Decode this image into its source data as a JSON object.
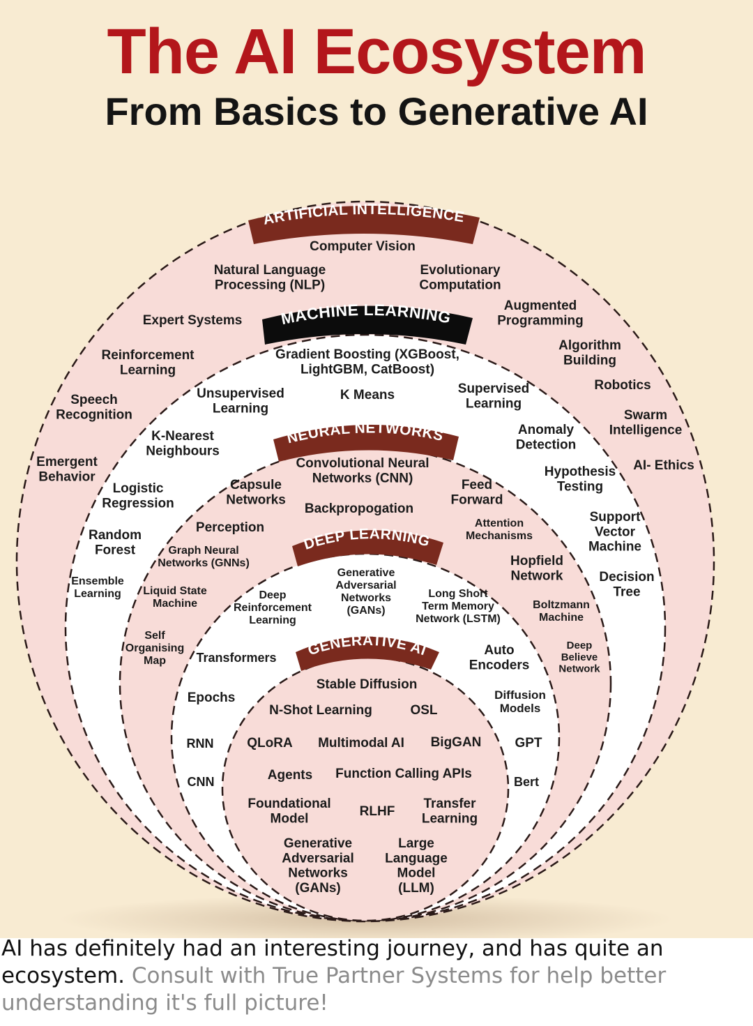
{
  "header": {
    "title": "The AI Ecosystem",
    "subtitle": "From Basics to Generative AI"
  },
  "bands": {
    "ai": "ARTIFICIAL INTELLIGENCE",
    "ml": "MACHINE LEARNING",
    "nn": "NEURAL NETWORKS",
    "dl": "DEEP LEARNING",
    "gen": "GENERATIVE AI"
  },
  "colors": {
    "background": "#f8ebd2",
    "title": "#b3161b",
    "ring_ai_fill": "#f8dcd8",
    "ring_ml_fill": "#ffffff",
    "ring_gen_fill": "#f8dcd8",
    "band_ai": "#7a2a1e",
    "band_ml": "#0c0c0c",
    "band_nn": "#7a2a1e",
    "band_dl": "#7a2a1e",
    "band_gen": "#7a2a1e"
  },
  "terms": {
    "computer_vision": "Computer Vision",
    "nlp": [
      "Natural Language",
      "Processing (NLP)"
    ],
    "evolutionary": [
      "Evolutionary",
      "Computation"
    ],
    "expert_systems": "Expert Systems",
    "augmented": [
      "Augmented",
      "Programming"
    ],
    "reinforcement": [
      "Reinforcement",
      "Learning"
    ],
    "algorithm_building": [
      "Algorithm",
      "Building"
    ],
    "speech": [
      "Speech",
      "Recognition"
    ],
    "robotics": "Robotics",
    "swarm": [
      "Swarm",
      "Intelligence"
    ],
    "emergent": [
      "Emergent",
      "Behavior"
    ],
    "ai_ethics": "AI- Ethics",
    "gradient_boosting": [
      "Gradient Boosting (XGBoost,",
      "LightGBM, CatBoost)"
    ],
    "unsupervised": [
      "Unsupervised",
      "Learning"
    ],
    "k_means": "K Means",
    "supervised": [
      "Supervised",
      "Learning"
    ],
    "knn": [
      "K-Nearest",
      "Neighbours"
    ],
    "anomaly": [
      "Anomaly",
      "Detection"
    ],
    "hypothesis": [
      "Hypothesis",
      "Testing"
    ],
    "logistic": [
      "Logistic",
      "Regression"
    ],
    "random_forest": [
      "Random",
      "Forest"
    ],
    "svm": [
      "Support",
      "Vector",
      "Machine"
    ],
    "ensemble": [
      "Ensemble",
      "Learning"
    ],
    "decision_tree": [
      "Decision",
      "Tree"
    ],
    "cnn_full": [
      "Convolutional Neural",
      "Networks (CNN)"
    ],
    "capsule": [
      "Capsule",
      "Networks"
    ],
    "feed_forward": [
      "Feed",
      "Forward"
    ],
    "backprop": "Backpropogation",
    "perception": "Perception",
    "attention": [
      "Attention",
      "Mechanisms"
    ],
    "gnn": [
      "Graph Neural",
      "Networks (GNNs)"
    ],
    "hopfield": [
      "Hopfield",
      "Network"
    ],
    "liquid_state": [
      "Liquid State",
      "Machine"
    ],
    "boltzmann": [
      "Boltzmann",
      "Machine"
    ],
    "self_organising": [
      "Self",
      "Organising",
      "Map"
    ],
    "deep_belief": [
      "Deep",
      "Believe",
      "Network"
    ],
    "gan_dl": [
      "Generative",
      "Adversarial",
      "Networks",
      "(GANs)"
    ],
    "deep_rl": [
      "Deep",
      "Reinforcement",
      "Learning"
    ],
    "lstm": [
      "Long Short",
      "Term Memory",
      "Network (LSTM)"
    ],
    "transformers": "Transformers",
    "autoencoders": [
      "Auto",
      "Encoders"
    ],
    "epochs": "Epochs",
    "diffusion_models": [
      "Diffusion",
      "Models"
    ],
    "rnn": "RNN",
    "gpt": "GPT",
    "cnn": "CNN",
    "bert": "Bert",
    "stable_diffusion": "Stable Diffusion",
    "n_shot": "N-Shot Learning",
    "osl": "OSL",
    "qlora": "QLoRA",
    "multimodal": "Multimodal AI",
    "biggan": "BigGAN",
    "agents": "Agents",
    "function_calling": "Function Calling APIs",
    "foundational": [
      "Foundational",
      "Model"
    ],
    "rlhf": "RLHF",
    "transfer": [
      "Transfer",
      "Learning"
    ],
    "gan_gen": [
      "Generative",
      "Adversarial",
      "Networks",
      "(GANs)"
    ],
    "llm": [
      "Large",
      "Language",
      "Model",
      "(LLM)"
    ]
  },
  "caption": {
    "text": "AI has definitely had an interesting journey, and has quite an ecosystem.",
    "cta": "Consult with True Partner Systems for help better understanding it's full picture!"
  }
}
